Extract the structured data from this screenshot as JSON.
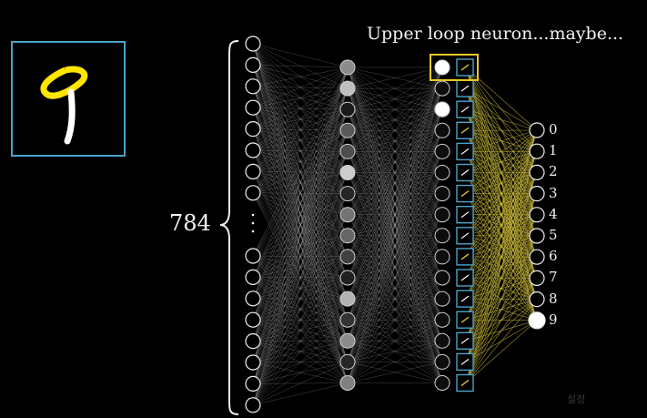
{
  "caption": "Upper loop neuron...maybe...",
  "input_count": "784",
  "output_digits": [
    "0",
    "1",
    "2",
    "3",
    "4",
    "5",
    "6",
    "7",
    "8",
    "9"
  ],
  "watermark": "설정",
  "colors": {
    "highlight": "#e6c829",
    "frame": "#4aa3c9",
    "edge": "#bbbbbb",
    "yellow_edge": "#d4c43a"
  },
  "layers": {
    "input_shades": [
      1,
      1,
      1,
      1,
      1,
      1,
      1,
      1,
      1,
      1,
      1,
      1,
      1,
      1,
      1,
      1,
      1,
      1,
      1
    ],
    "hidden1_shades": [
      0.55,
      0.75,
      0.1,
      0.35,
      0.3,
      0.8,
      0.15,
      0.45,
      0.4,
      0.25,
      0.12,
      0.7,
      0.2,
      0.55,
      0.15,
      0.5,
      0.3,
      0.35,
      0.45,
      0.6
    ],
    "hidden2_shades": [
      1,
      0.05,
      1,
      0.05,
      0.05,
      0.05,
      0.05,
      0.05,
      0.05,
      0.05,
      0.05,
      0.05,
      0.05,
      0.05,
      0.05,
      0.05,
      0.05,
      0.05,
      0.05,
      0.05
    ],
    "output_shades": [
      0,
      0,
      0,
      0,
      0,
      0,
      0,
      0,
      0,
      1
    ]
  }
}
